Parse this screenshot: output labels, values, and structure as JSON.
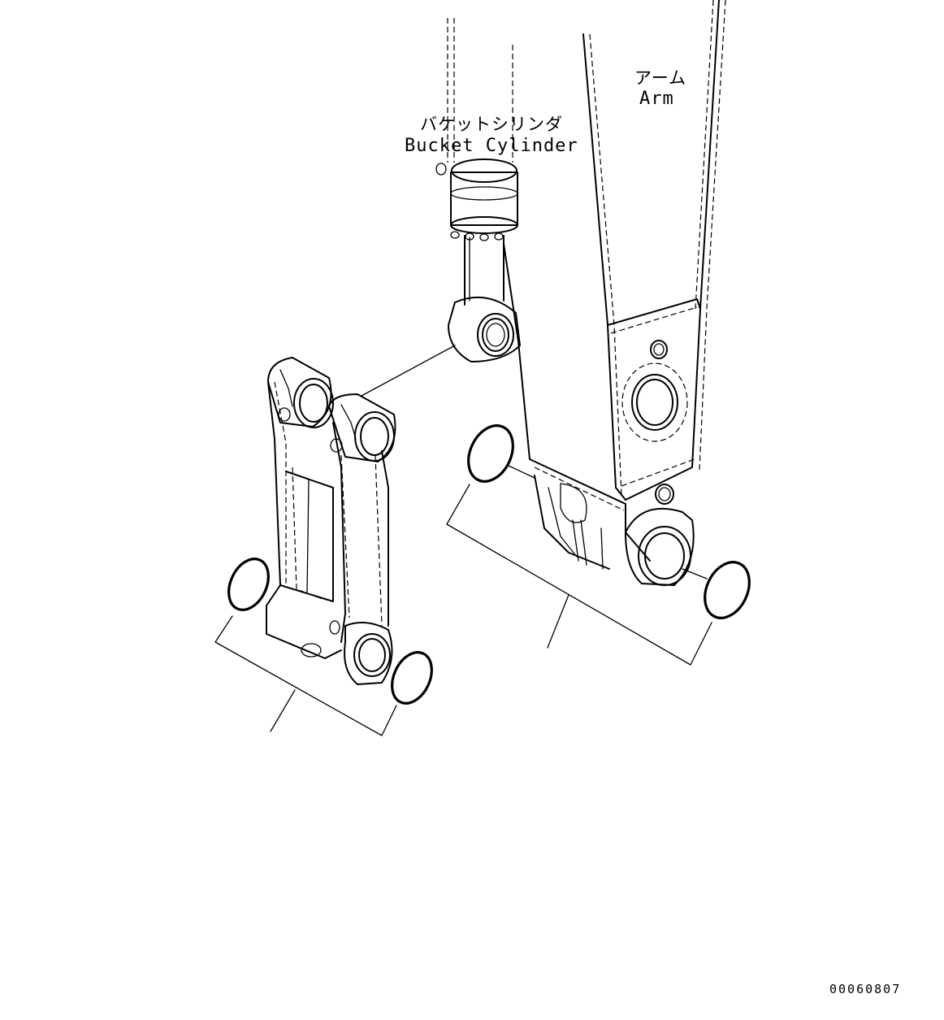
{
  "labels": {
    "arm_jp": "アーム",
    "arm_en": "Arm",
    "bucket_cylinder_jp": "バケットシリンダ",
    "bucket_cylinder_en": "Bucket Cylinder",
    "drawing_code": "00060807"
  },
  "colors": {
    "line": "#000000",
    "background": "#ffffff"
  }
}
